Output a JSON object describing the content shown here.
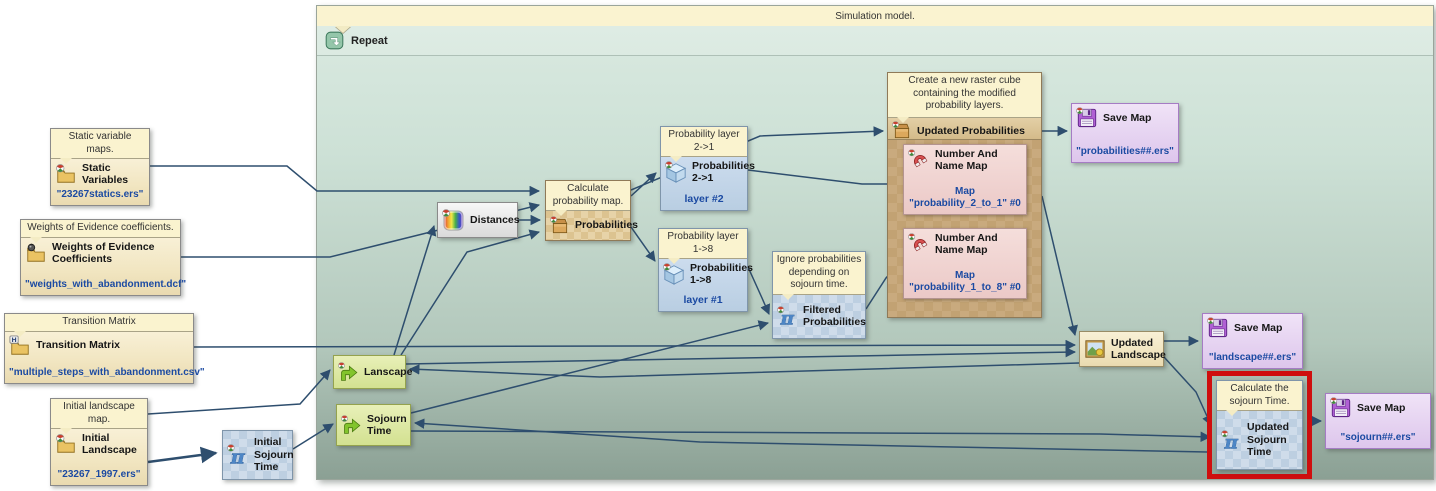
{
  "window": {
    "title": "Simulation model.",
    "repeat_label": "Repeat",
    "repeat_icon": "repeat-icon"
  },
  "colors": {
    "connector": "#2e4e6e",
    "highlight_border": "#cf0e0e",
    "container_top": "#d9e9e0",
    "container_bottom": "#8ba094",
    "comment_bg": "#faf3cf",
    "value_text": "#1b4aa2"
  },
  "nodes": {
    "static_variables": {
      "comment": "Static variable maps.",
      "label": "Static Variables",
      "value": "\"23267statics.ers\"",
      "icon": "folder-map-icon"
    },
    "weights_of_evidence": {
      "comment": "Weights of Evidence coefficients.",
      "label": "Weights of Evidence Coefficients",
      "value": "\"weights_with_abandonment.dcf\"",
      "icon": "folder-weights-icon"
    },
    "transition_matrix": {
      "comment": "Transition Matrix",
      "label": "Transition Matrix",
      "value": "\"multiple_steps_with_abandonment.csv\"",
      "icon": "folder-table-icon"
    },
    "initial_landscape": {
      "comment": "Initial landscape map.",
      "label": "Initial Landscape",
      "value": "\"23267_1997.ers\"",
      "icon": "folder-map-icon"
    },
    "initial_sojourn_time": {
      "label": "Initial Sojourn Time",
      "icon": "pi-icon"
    },
    "distances": {
      "label": "Distances",
      "icon": "rainbow-cube-icon"
    },
    "probabilities": {
      "comment": "Calculate probability map.",
      "label": "Probabilities",
      "icon": "open-box-icon"
    },
    "probability_layer_2_1": {
      "comment": "Probability layer 2->1",
      "label": "Probabilities 2->1",
      "value": "layer #2",
      "icon": "cube-icon"
    },
    "probability_layer_1_8": {
      "comment": "Probability layer 1->8",
      "label": "Probabilities 1->8",
      "value": "layer #1",
      "icon": "cube-icon"
    },
    "filtered_probabilities": {
      "comment": "Ignore probabilities depending on sojourn time.",
      "label": "Filtered Probabilities",
      "icon": "pi-icon"
    },
    "updated_probabilities": {
      "comment": "Create a new raster cube containing the modified probability layers.",
      "label": "Updated Probabilities",
      "icon": "open-box-icon"
    },
    "name_map_2_1": {
      "label": "Number And Name Map",
      "value": "Map \"probability_2_to_1\" #0",
      "icon": "magnet-icon"
    },
    "name_map_1_8": {
      "label": "Number And Name Map",
      "value": "Map \"probability_1_to_8\" #0",
      "icon": "magnet-icon"
    },
    "save_probabilities": {
      "label": "Save Map",
      "value": "\"probabilities##.ers\"",
      "icon": "floppy-disk-icon"
    },
    "lanscape": {
      "label": "Lanscape",
      "icon": "mux-arrow-icon"
    },
    "sojourn_time": {
      "label": "Sojourn Time",
      "icon": "mux-arrow-icon"
    },
    "updated_landscape": {
      "label": "Updated Landscape",
      "icon": "landscape-picture-icon"
    },
    "save_landscape": {
      "label": "Save Map",
      "value": "\"landscape##.ers\"",
      "icon": "floppy-disk-icon"
    },
    "updated_sojourn_time": {
      "comment": "Calculate the sojourn Time.",
      "label": "Updated Sojourn Time",
      "icon": "pi-icon"
    },
    "save_sojourn": {
      "label": "Save Map",
      "value": "\"sojourn##.ers\"",
      "icon": "floppy-disk-icon"
    }
  }
}
